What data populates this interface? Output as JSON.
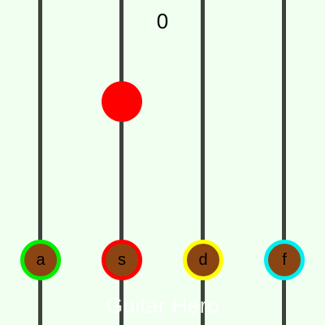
{
  "game": {
    "background": "#f0fff0",
    "string_color": "#3b433b",
    "score": "0",
    "title": "Guitar Hero",
    "title_color": "#ffffff",
    "key_fill": "#8b4513",
    "notes": [
      {
        "lane": "s",
        "color": "#ff0000"
      }
    ],
    "keys": [
      {
        "label": "a",
        "border": "#00ee00"
      },
      {
        "label": "s",
        "border": "#ff0000"
      },
      {
        "label": "d",
        "border": "#ffff00"
      },
      {
        "label": "f",
        "border": "#00eeee"
      }
    ]
  }
}
